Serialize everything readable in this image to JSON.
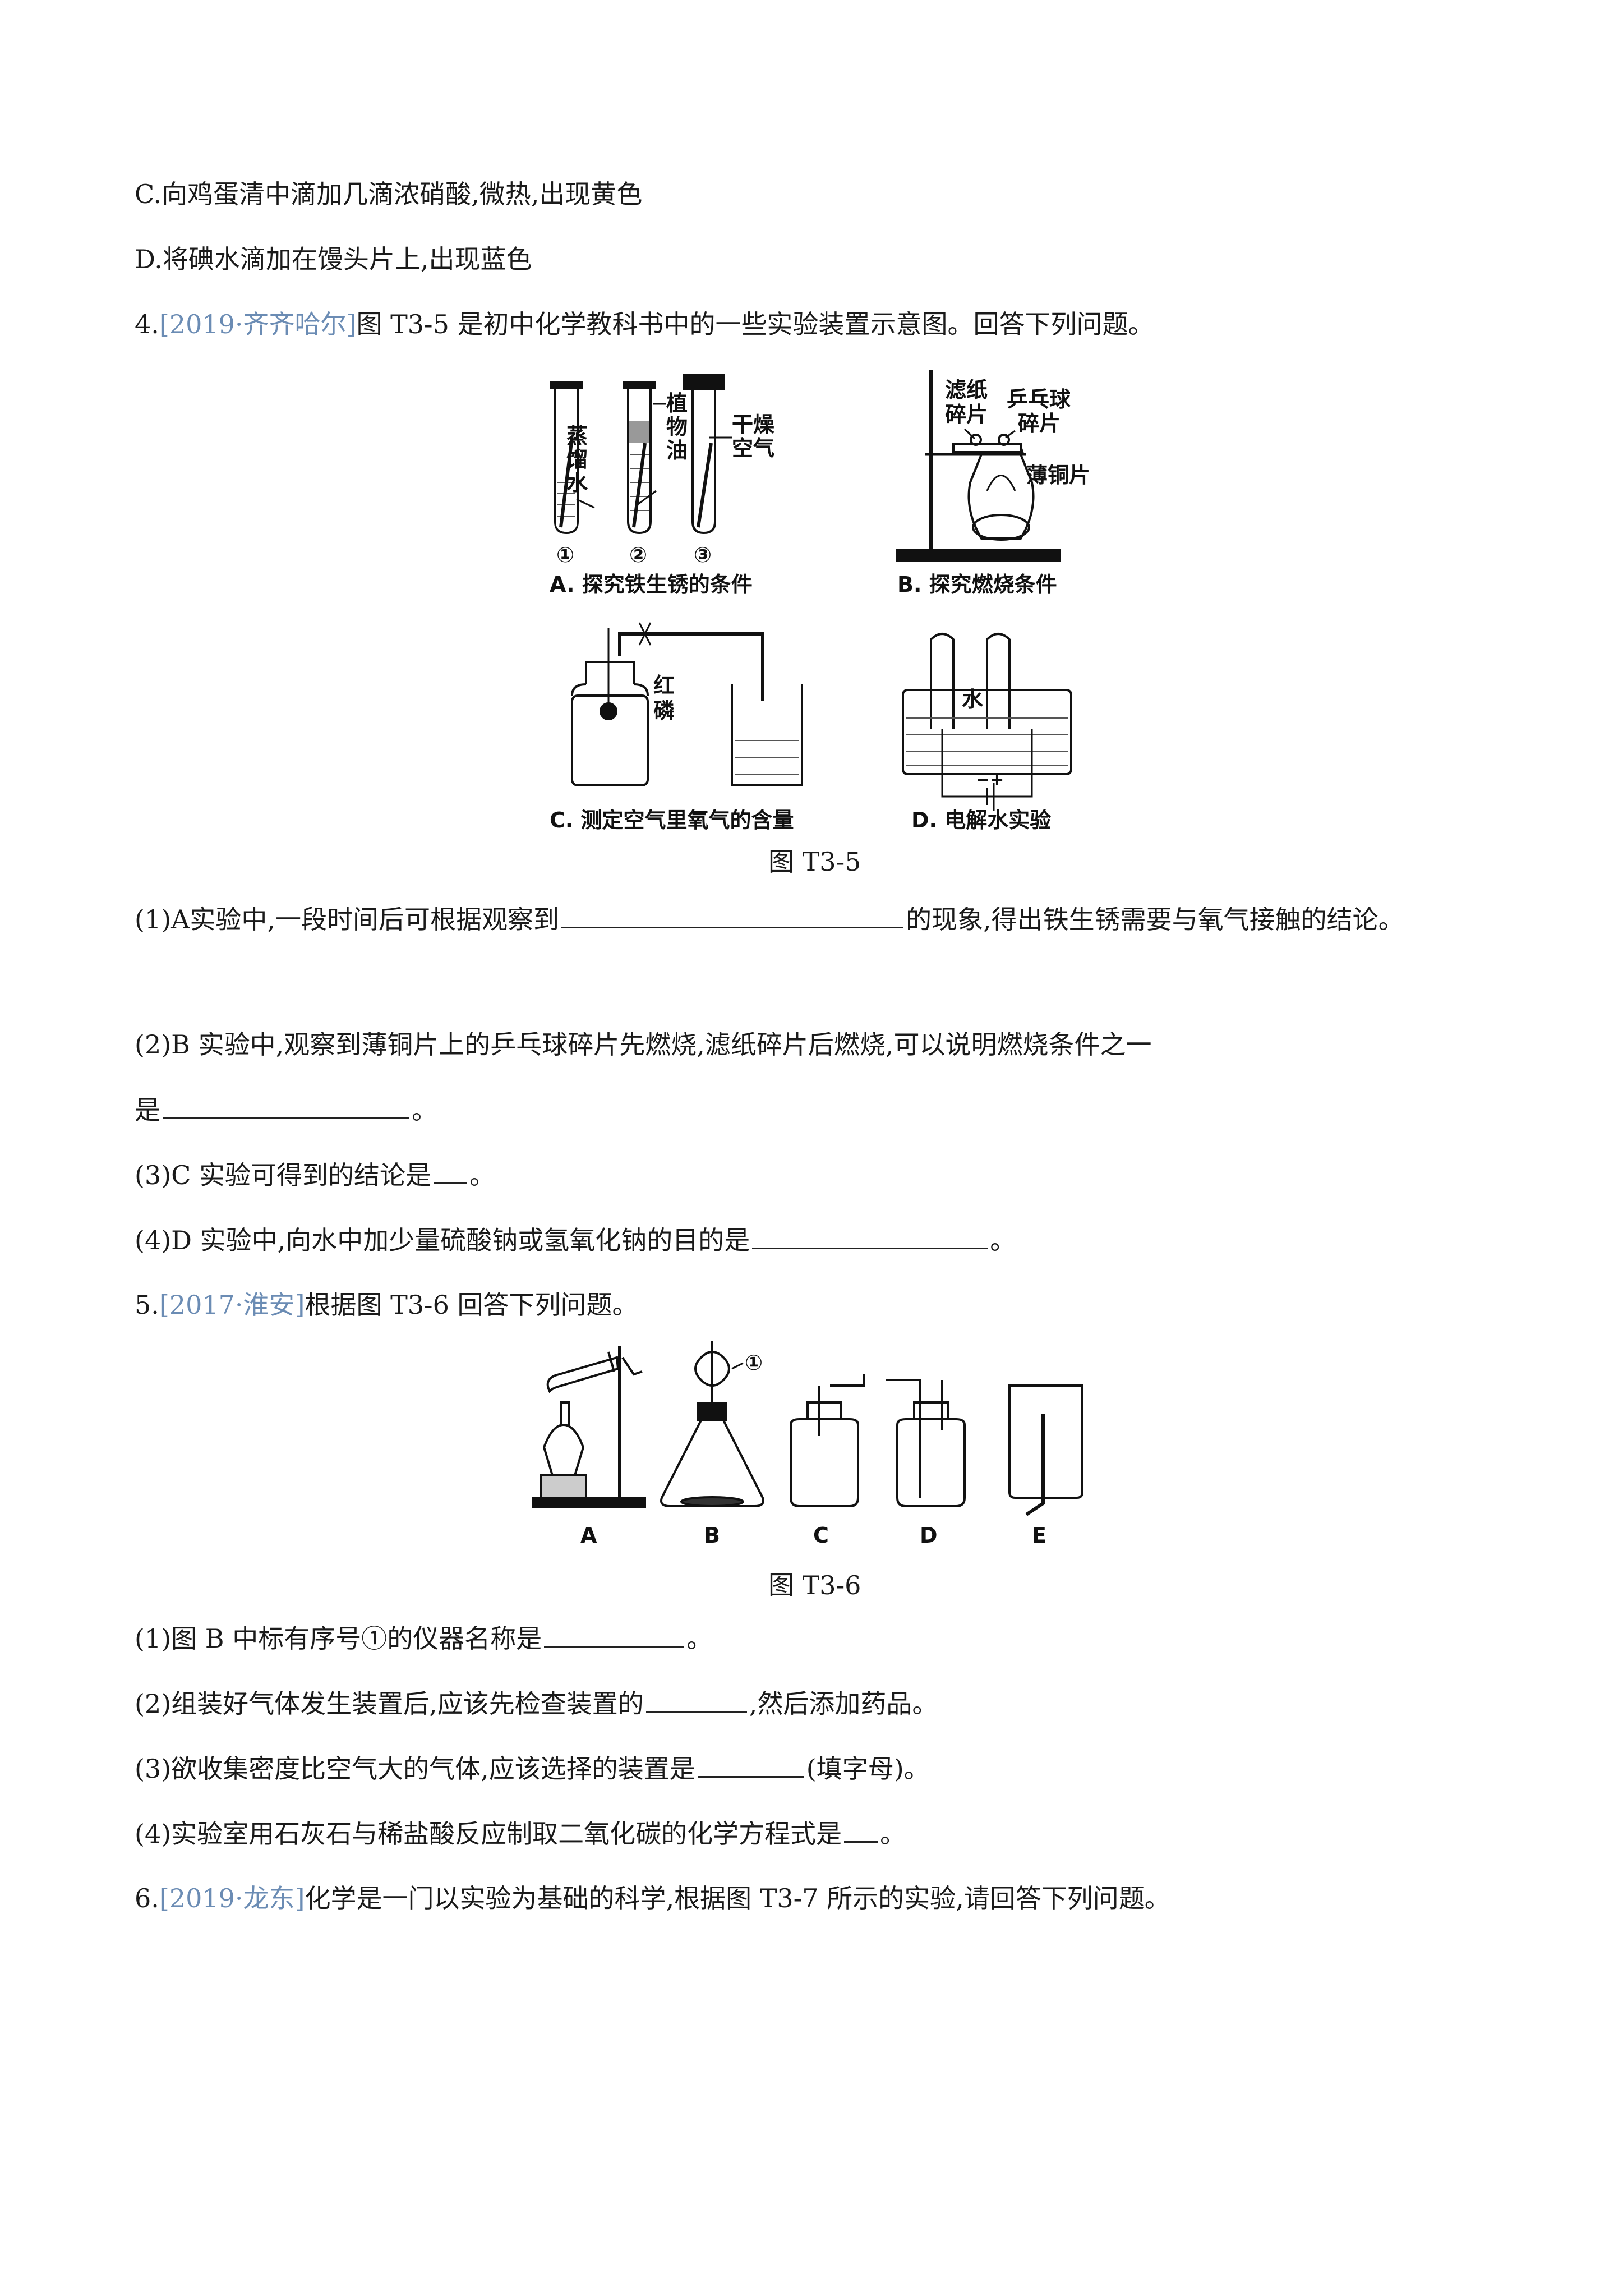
{
  "lines": {
    "c": "C.向鸡蛋清中滴加几滴浓硝酸,微热,出现黄色",
    "d": "D.将碘水滴加在馒头片上,出现蓝色",
    "q4_num": "4.",
    "q4_src": "[2019·齐齐哈尔]",
    "q4_text": "图 T3-5 是初中化学教科书中的一些实验装置示意图。回答下列问题。",
    "q4_1a": "(1)A实验中,一段时间后可根据观察到",
    "q4_1b": "的现象,得出铁生锈需要与氧气接触的结论。",
    "q4_2a": "(2)B 实验中,观察到薄铜片上的乒乓球碎片先燃烧,滤纸碎片后燃烧,可以说明燃烧条件之一",
    "q4_2b": "是",
    "q4_2c": "。",
    "q4_3a": "(3)C 实验可得到的结论是",
    "q4_3b": "。",
    "q4_4a": "(4)D 实验中,向水中加少量硫酸钠或氢氧化钠的目的是",
    "q4_4b": "。",
    "q5_num": "5.",
    "q5_src": "[2017·淮安]",
    "q5_text": "根据图 T3-6 回答下列问题。",
    "q5_1a": "(1)图 B 中标有序号①的仪器名称是",
    "q5_1b": "。",
    "q5_2a": "(2)组装好气体发生装置后,应该先检查装置的",
    "q5_2b": ",然后添加药品。",
    "q5_3a": "(3)欲收集密度比空气大的气体,应该选择的装置是",
    "q5_3b": "(填字母)。",
    "q5_4a": "(4)实验室用石灰石与稀盐酸反应制取二氧化碳的化学方程式是",
    "q5_4b": "。",
    "q6_num": "6.",
    "q6_src": "[2019·龙东]",
    "q6_text": "化学是一门以实验为基础的科学,根据图 T3-7 所示的实验,请回答下列问题。"
  },
  "fig35": {
    "caption": "图 T3-5",
    "a_caption": "A. 探究铁生锈的条件",
    "b_caption": "B. 探究燃烧条件",
    "c_caption": "C. 测定空气里氧气的含量",
    "d_caption": "D. 电解水实验",
    "tube1": "①",
    "tube2": "②",
    "tube3": "③",
    "water_1": "蒸",
    "water_2": "馏",
    "water_3": "水",
    "oil_1": "植",
    "oil_2": "物",
    "oil_3": "油",
    "dry_1": "干燥",
    "dry_2": "空气",
    "paper_1": "滤纸",
    "paper_2": "碎片",
    "ball_1": "乒乓球",
    "ball_2": "碎片",
    "copper": "薄铜片",
    "phos_1": "红",
    "phos_2": "磷",
    "d_water": "水",
    "d_polarity": "−+"
  },
  "fig36": {
    "caption": "图 T3-6",
    "labels": [
      "A",
      "B",
      "C",
      "D",
      "E"
    ],
    "marker": "①"
  }
}
